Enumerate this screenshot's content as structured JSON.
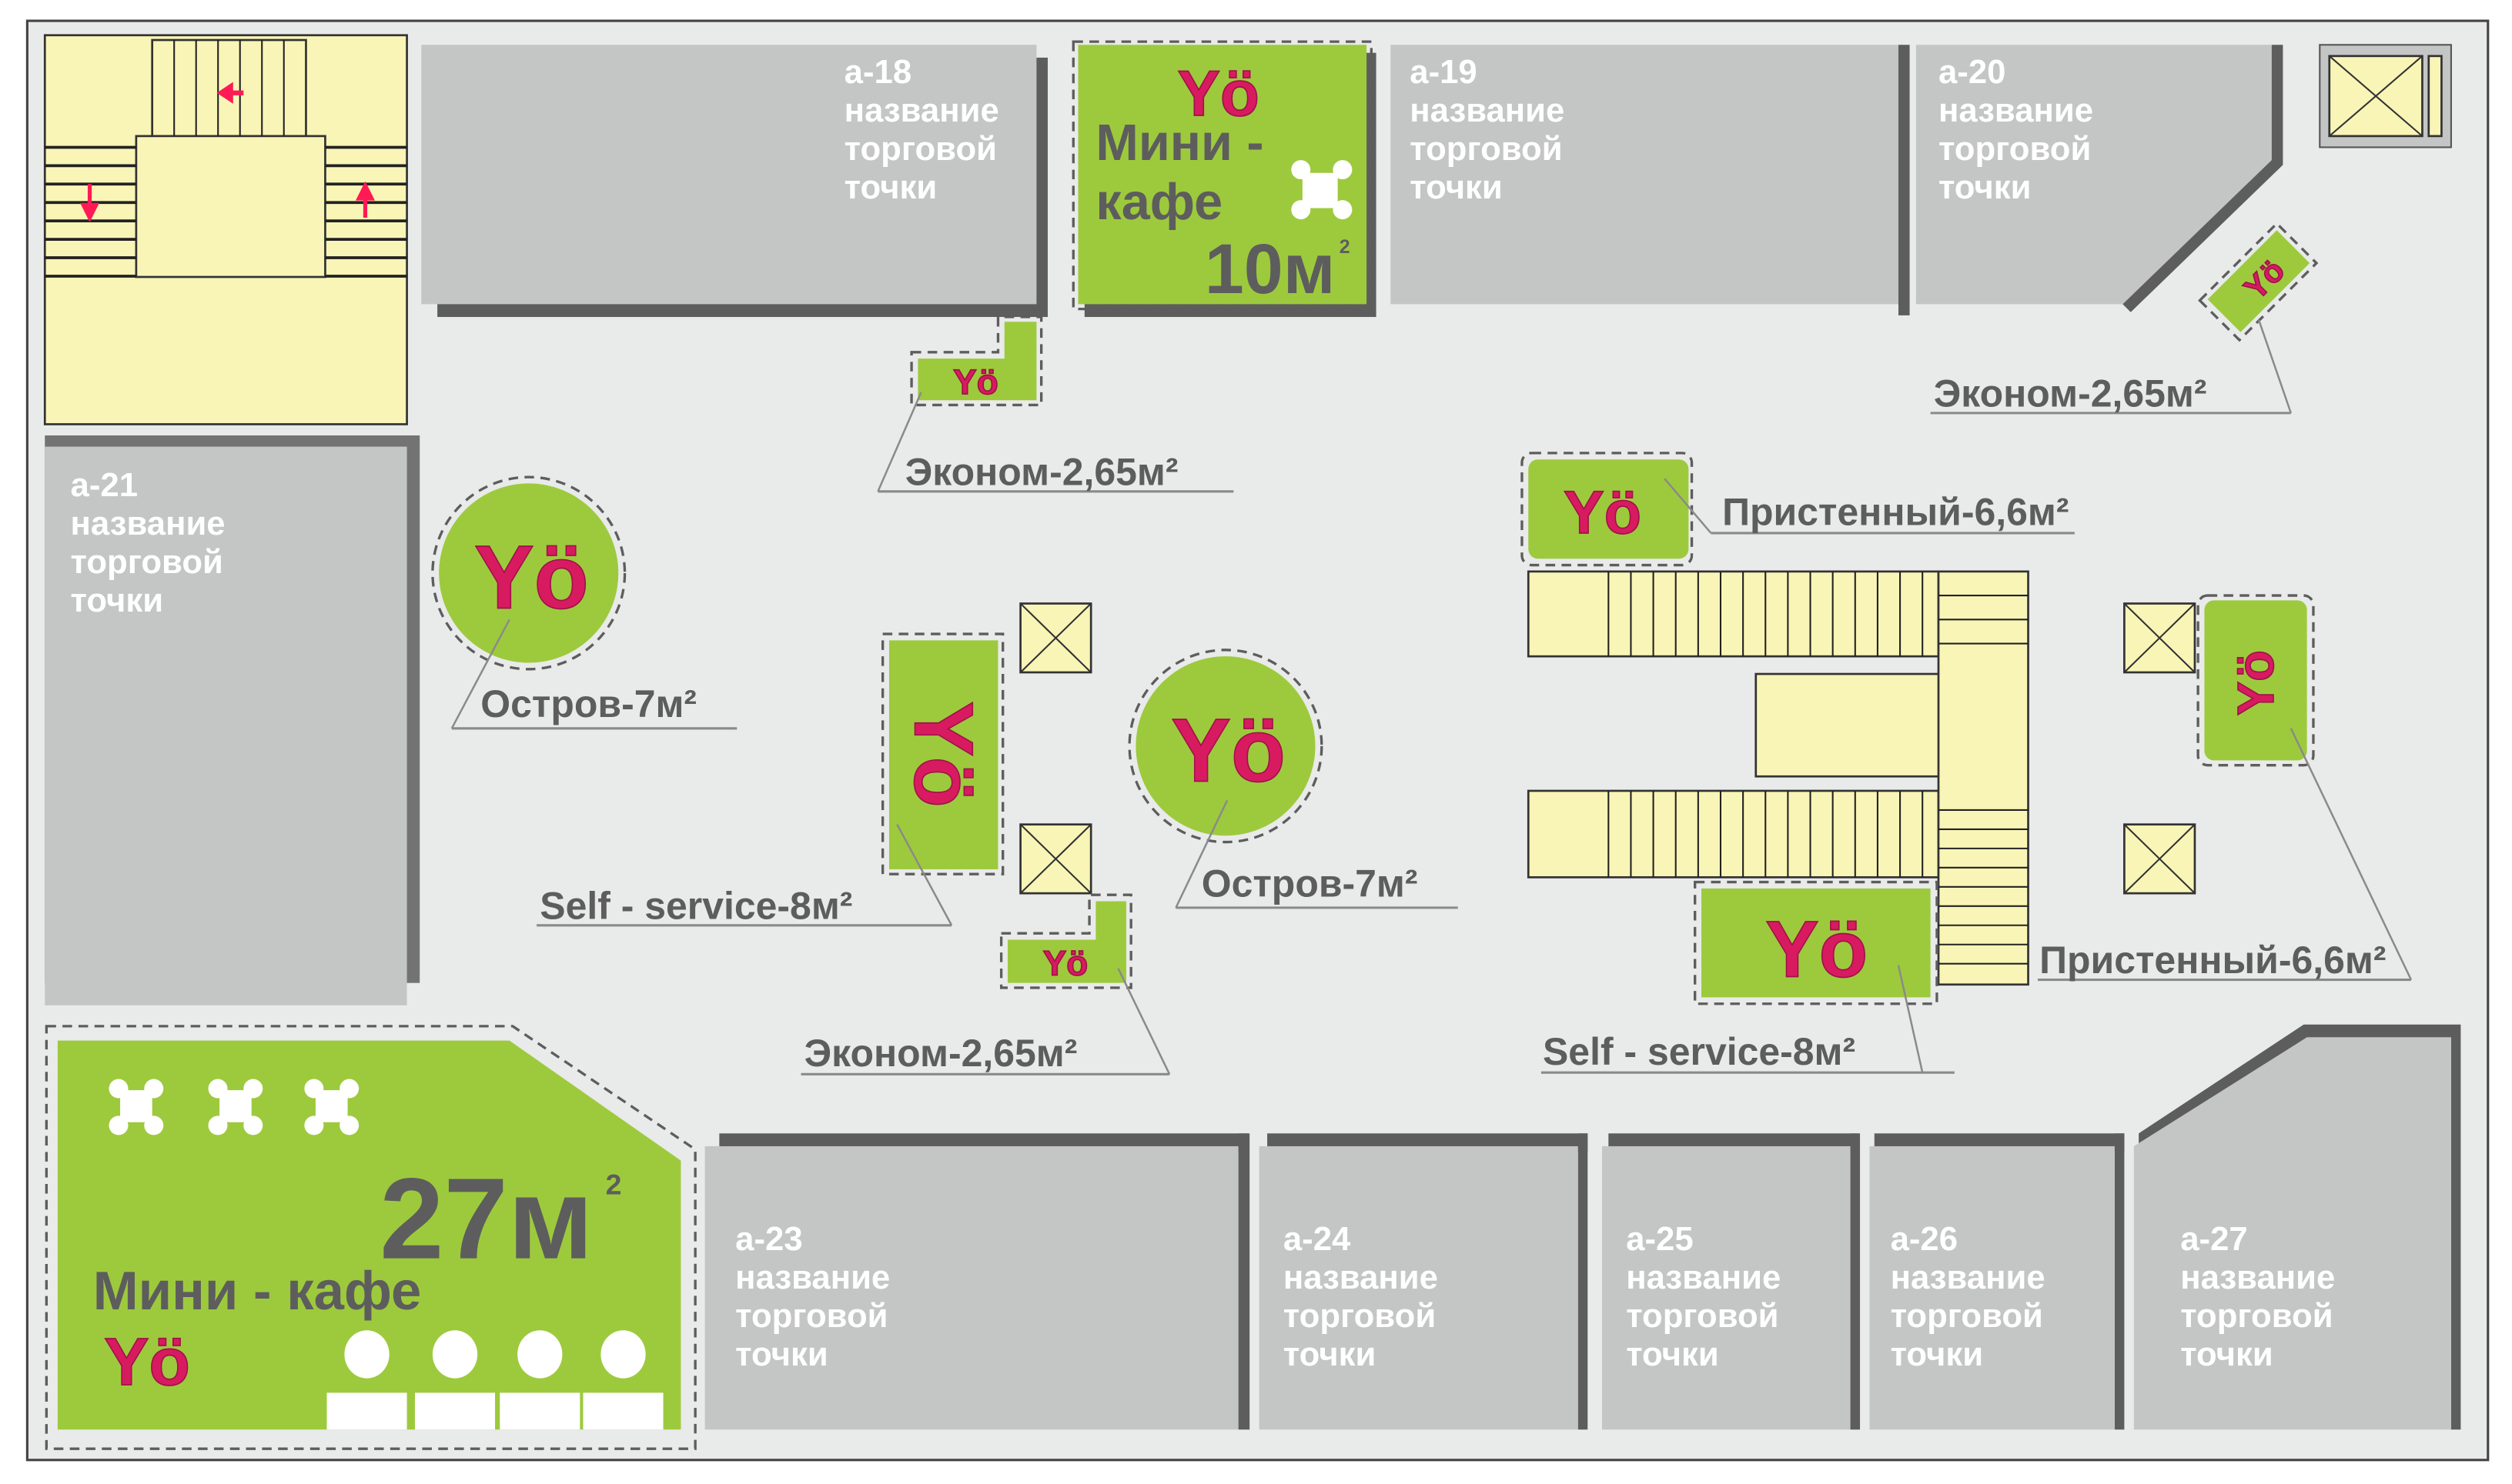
{
  "colors": {
    "background": "#e9eaea",
    "store": "#c4c5c5",
    "shadow": "#5d5d5d",
    "booth": "#9dca3d",
    "stairs": "#f9f5b7",
    "logo": "#d81b60",
    "arrow": "#ff1a55"
  },
  "logo": {
    "text": "Yö"
  },
  "stores": [
    {
      "id": "a-18",
      "lines": [
        "название",
        "торговой",
        "точки"
      ]
    },
    {
      "id": "a-19",
      "lines": [
        "название",
        "торговой",
        "точки"
      ]
    },
    {
      "id": "a-20",
      "lines": [
        "название",
        "торговой",
        "точки"
      ]
    },
    {
      "id": "a-21",
      "lines": [
        "название",
        "торговой",
        "точки"
      ]
    },
    {
      "id": "a-23",
      "lines": [
        "название",
        "торговой",
        "точки"
      ]
    },
    {
      "id": "a-24",
      "lines": [
        "название",
        "торговой",
        "точки"
      ]
    },
    {
      "id": "a-25",
      "lines": [
        "название",
        "торговой",
        "точки"
      ]
    },
    {
      "id": "a-26",
      "lines": [
        "название",
        "торговой",
        "точки"
      ]
    },
    {
      "id": "a-27",
      "lines": [
        "название",
        "торговой",
        "точки"
      ]
    }
  ],
  "cafe_small": {
    "line1": "Мини -",
    "line2": "кафе",
    "area": "10м",
    "sup": "2"
  },
  "cafe_large": {
    "title": "Мини - кафе",
    "area": "27м",
    "sup": "2"
  },
  "booths": {
    "econom_1": "Эконом-2,65м²",
    "econom_2": "Эконом-2,65м²",
    "econom_3": "Эконом-2,65м²",
    "island_1": "Остров-7м²",
    "island_2": "Остров-7м²",
    "self_1": "Self - service-8м²",
    "self_2": "Self - service-8м²",
    "wall_1": "Пристенный-6,6м²",
    "wall_2": "Пристенный-6,6м²"
  }
}
